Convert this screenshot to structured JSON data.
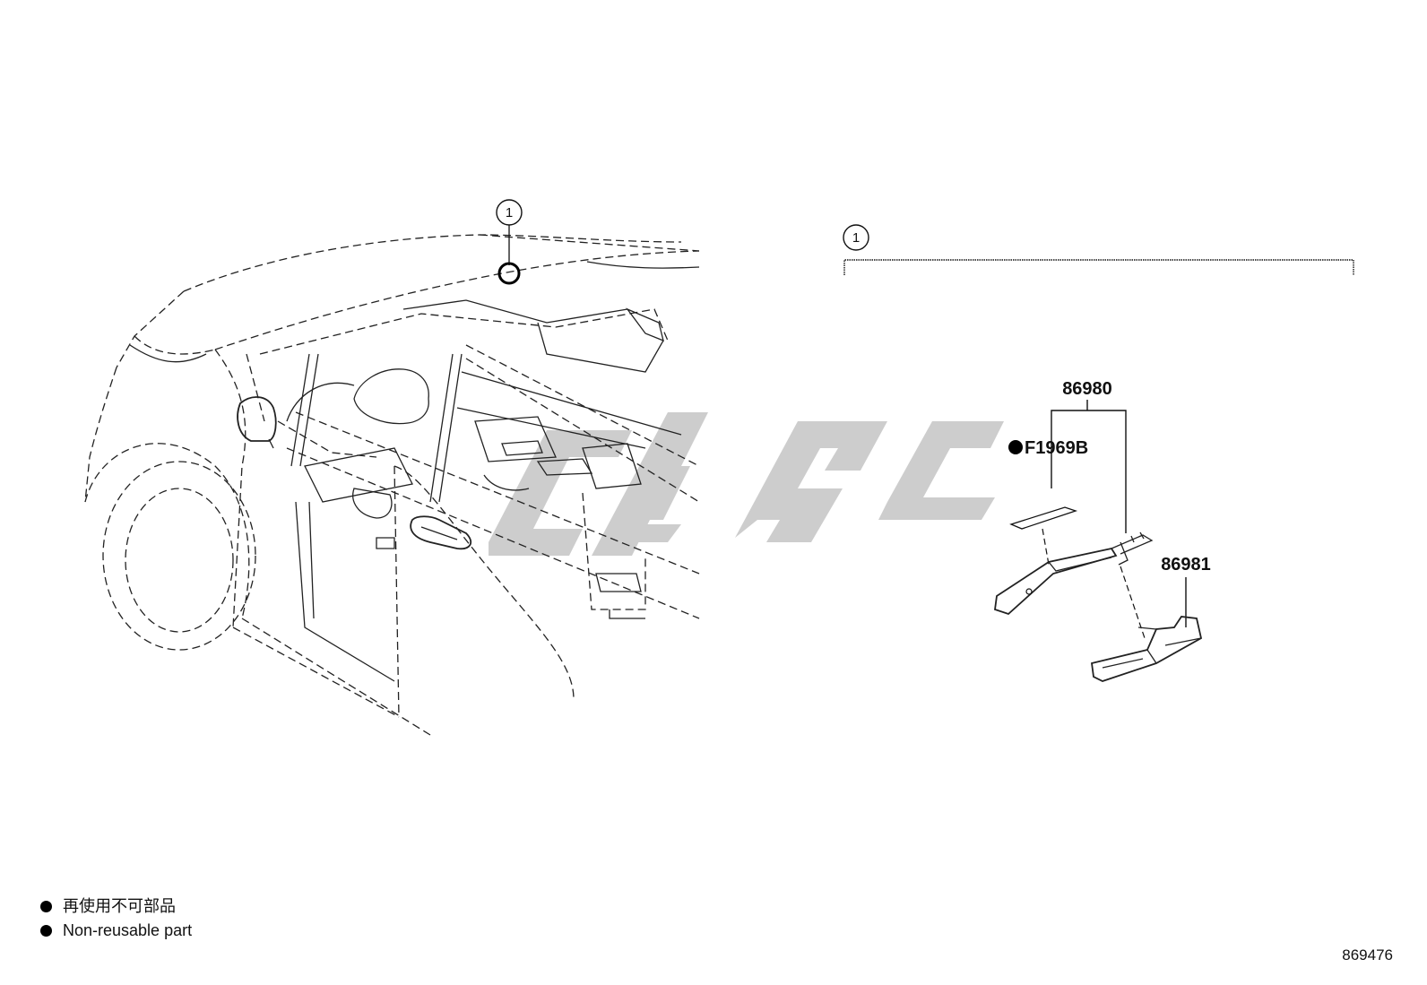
{
  "callout": {
    "number": "1"
  },
  "parts": {
    "module": "86980",
    "bolt": "F1969B",
    "bracket": "86981"
  },
  "watermark": {
    "color": "#c8c8c8"
  },
  "legend": {
    "line_jp": "再使用不可部品",
    "line_en": "Non-reusable part"
  },
  "diagram_number": "869476"
}
